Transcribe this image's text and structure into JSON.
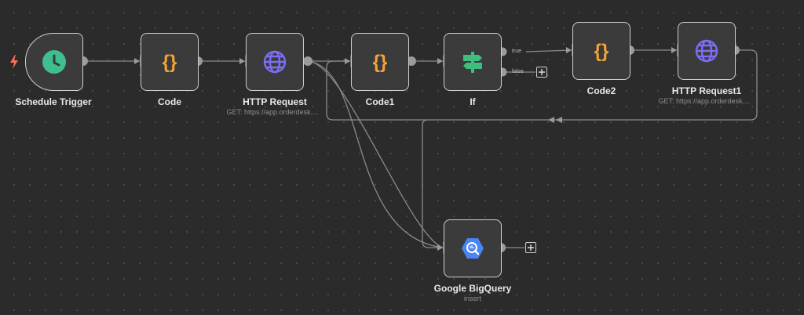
{
  "nodes": {
    "schedule_trigger": {
      "label": "Schedule Trigger",
      "icon": "clock-icon",
      "color": "#3fbf8f"
    },
    "code": {
      "label": "Code",
      "icon": "braces-icon",
      "color": "#f2a33a"
    },
    "http_request": {
      "label": "HTTP Request",
      "subtitle": "GET: https://app.orderdesk....",
      "icon": "globe-icon",
      "color": "#7b6ef6"
    },
    "code1": {
      "label": "Code1",
      "icon": "braces-icon",
      "color": "#f2a33a"
    },
    "if": {
      "label": "If",
      "icon": "signpost-icon",
      "color": "#3dbe7e",
      "true_label": "true",
      "false_label": "false"
    },
    "code2": {
      "label": "Code2",
      "icon": "braces-icon",
      "color": "#f2a33a"
    },
    "http_request1": {
      "label": "HTTP Request1",
      "subtitle": "GET: https://app.orderdesk....",
      "icon": "globe-icon",
      "color": "#7b6ef6"
    },
    "google_bigquery": {
      "label": "Google BigQuery",
      "subtitle": "insert",
      "icon": "bigquery-icon",
      "color": "#4a85f5"
    }
  },
  "trigger_color": "#ff6d5a"
}
